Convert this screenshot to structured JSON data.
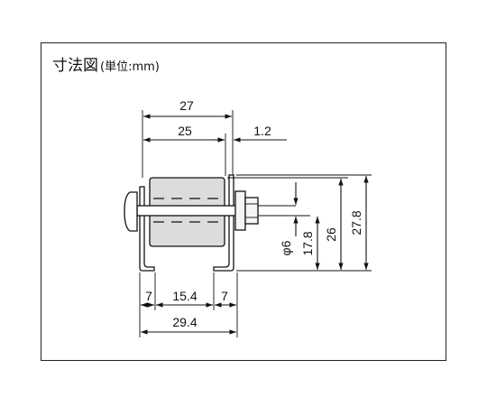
{
  "title": {
    "main": "寸法図",
    "unit": "(単位:mm)"
  },
  "dimensions": {
    "overall_width": "27",
    "roller_width": "25",
    "gap": "1.2",
    "shaft_diameter": "φ6",
    "shaft_height": "17.8",
    "roller_height": "26",
    "total_height": "27.8",
    "left_leg": "7",
    "leg_span": "15.4",
    "right_leg": "7",
    "base_width": "29.4"
  },
  "colors": {
    "line": "#111111",
    "roller_fill": "#dcdcdc",
    "nut_fill": "#f5f5f5"
  }
}
